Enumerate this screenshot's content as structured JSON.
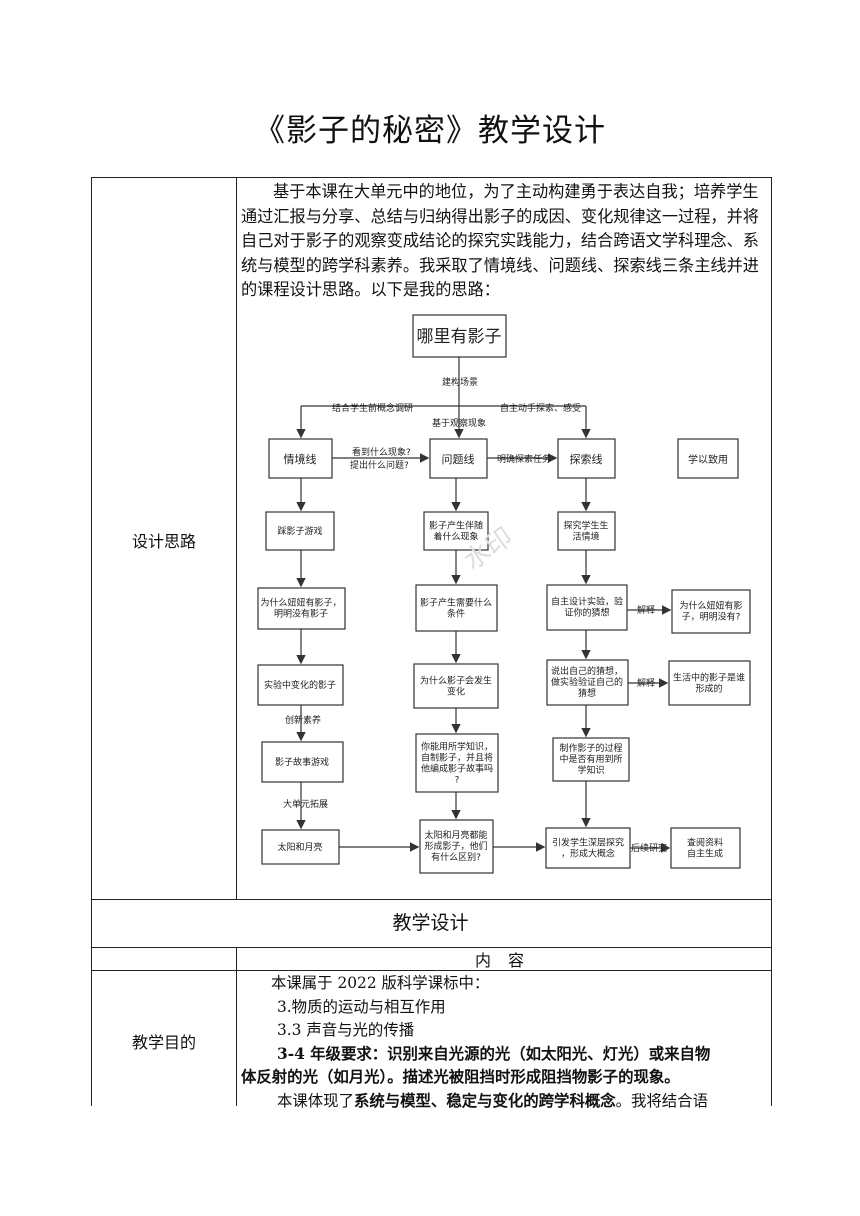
{
  "doc_title": "《影子的秘密》教学设计",
  "design_row_label": "设计思路",
  "intro_text": "基于本课在大单元中的地位，为了主动构建勇于表达自我；培养学生通过汇报与分享、总结与归纳得出影子的成因、变化规律这一过程，并将自己对于影子的观察变成结论的探究实践能力，结合跨语文学科理念、系统与模型的跨学科素养。我采取了情境线、问题线、探索线三条主线并进的课程设计思路。以下是我的思路：",
  "flowchart": {
    "root": "哪里有影子",
    "root_edge": "建构场景",
    "branch_left_edge": "结合学生前概念调研",
    "branch_mid_edge": "基于观察现象",
    "branch_right_edge": "自主动手探索、感受",
    "lines": [
      "情境线",
      "问题线",
      "探索线",
      "学以致用"
    ],
    "edge_s_q": [
      "看到什么现象?",
      "提出什么问题?"
    ],
    "edge_q_e": "明确探索任务",
    "situation_nodes": [
      "踩影子游戏",
      "为什么妞妞有影子，明明没有影子",
      "实验中变化的影子",
      "影子故事游戏",
      "太阳和月亮"
    ],
    "situation_edges": [
      "创新素养",
      "大单元拓展"
    ],
    "question_nodes": [
      "影子产生伴随着什么现象",
      "影子产生需要什么条件",
      "为什么影子会发生变化",
      "你能用所学知识，自制影子，并且将他编成影子故事吗?",
      "太阳和月亮都能形成影子，他们有什么区别?"
    ],
    "explore_nodes": [
      "探究学生生活情境",
      "自主设计实验，验证你的猜想",
      "说出自己的猜想，做实验验证自己的猜想",
      "制作影子的过程中是否有用到所学知识",
      "引发学生深层探究，形成大概念"
    ],
    "explore_side_edge": "解释",
    "explore_side_nodes": [
      "为什么妞妞有影子，明明没有?",
      "生活中的影子是谁形成的"
    ],
    "final_edge": "后续研究",
    "final_node": "查阅资料自主生成",
    "watermark": "水印"
  },
  "section_heading": "教学设计",
  "content_heading": "内 容",
  "goal_row_label": "教学目的",
  "goals": {
    "line1": "本课属于 2022 版科学课标中：",
    "line2": "3.物质的运动与相互作用",
    "line3": "3.3 声音与光的传播",
    "line4a": "3-4 年级要求：识别来自光源的光（如太阳光、灯光）或来自物",
    "line4b": "体反射的光（如月光）。描述光被阻挡时形成阻挡物影子的现象。",
    "line5_pre": "本课体现了",
    "line5_bold": "系统与模型、稳定与变化的跨学科概念",
    "line5_post": "。我将结合语"
  }
}
